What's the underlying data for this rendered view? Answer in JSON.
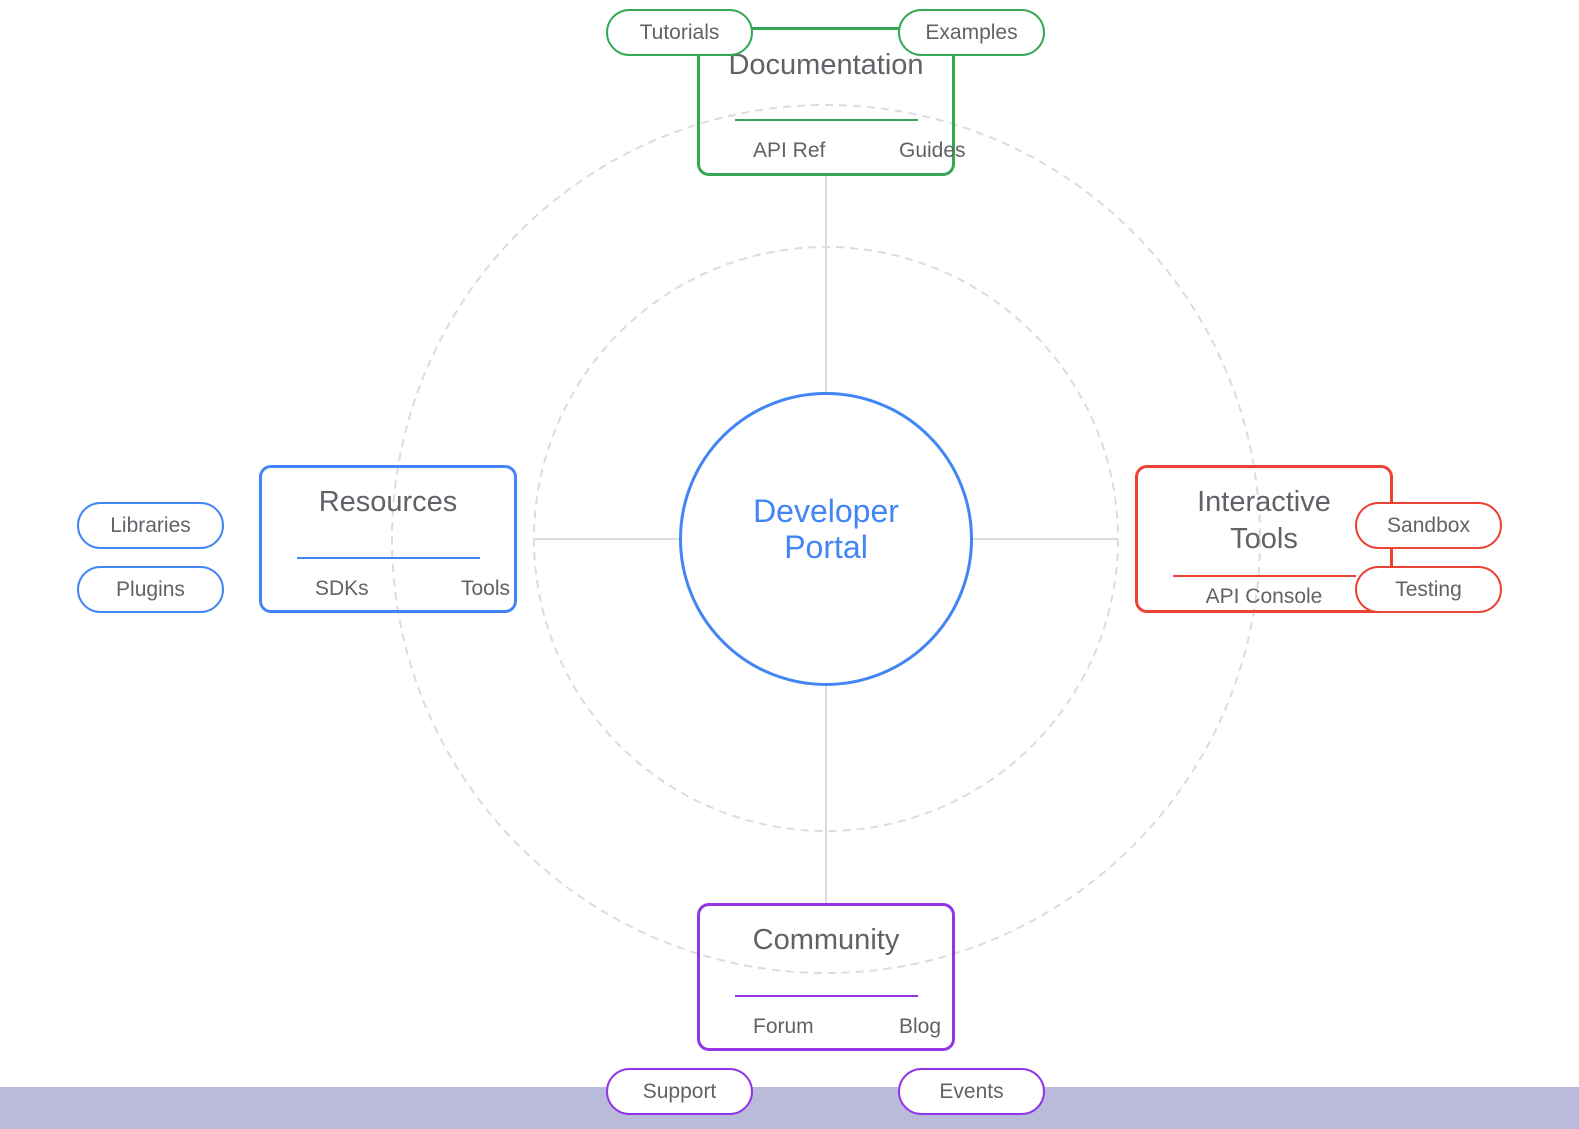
{
  "hub": {
    "line1": "Developer",
    "line2": "Portal"
  },
  "colors": {
    "blue": "#4285f4",
    "green": "#34a853",
    "red": "#ea4335",
    "purple": "#9334e6",
    "text": "#5f6368",
    "connector": "#dadce0",
    "ring": "#dadce0",
    "footer": "#babadb"
  },
  "nodes": {
    "documentation": {
      "title": "Documentation",
      "sub1": "API Ref",
      "sub2": "Guides",
      "pill1": "Tutorials",
      "pill2": "Examples"
    },
    "resources": {
      "title": "Resources",
      "sub1": "SDKs",
      "sub2": "Tools",
      "pill1": "Libraries",
      "pill2": "Plugins"
    },
    "interactive": {
      "title_line1": "Interactive",
      "title_line2": "Tools",
      "sub1": "API Console",
      "pill1": "Sandbox",
      "pill2": "Testing"
    },
    "community": {
      "title": "Community",
      "sub1": "Forum",
      "sub2": "Blog",
      "pill1": "Support",
      "pill2": "Events"
    }
  }
}
